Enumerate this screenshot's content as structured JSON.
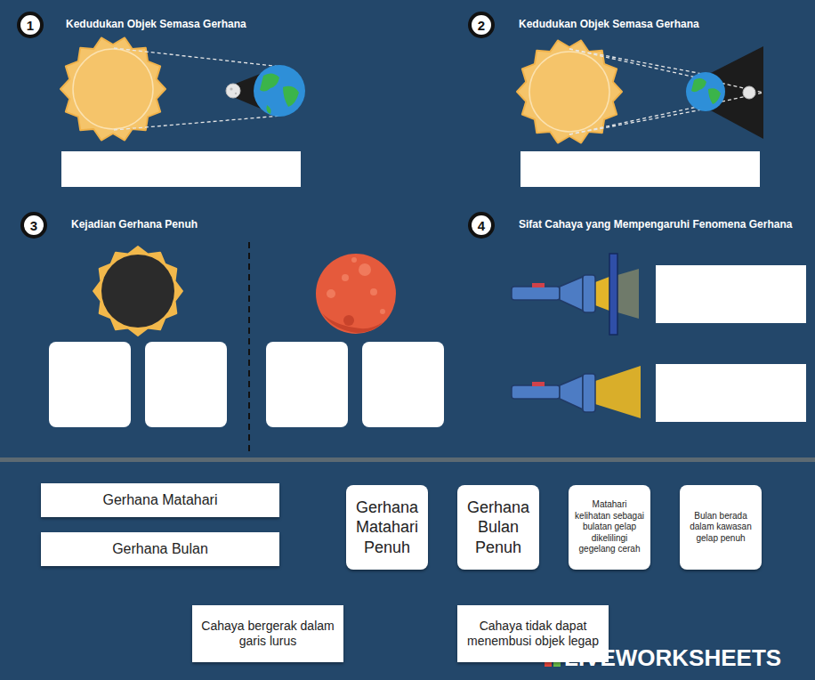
{
  "diagram": {
    "nodes": [
      {
        "text": [
          "1",
          "Kedudukan Objek Semasa Gerhana"
        ]
      },
      {
        "text": [
          "2",
          "Kedudukan Objek Semasa Gerhana"
        ]
      },
      {
        "text": [
          "3",
          "Kejadian Gerhana Penuh"
        ]
      },
      {
        "text": [
          "4",
          "Sifat Cahaya yang Mempengaruhi Fenomena Gerhana"
        ]
      },
      {
        "text": [
          "Gerhana Matahari"
        ]
      },
      {
        "text": [
          "Gerhana Bulan"
        ]
      },
      {
        "text": [
          "Gerhana Matahari Penuh"
        ]
      },
      {
        "text": [
          "Gerhana Bulan Penuh"
        ]
      },
      {
        "text": [
          "Matahari kelihatan sebagai bulatan gelap dikelilingi gegelang cerah"
        ]
      },
      {
        "text": [
          "Bulan berada dalam kawasan gelap penuh"
        ]
      },
      {
        "text": [
          "Cahaya bergerak dalam garis lurus"
        ]
      },
      {
        "text": [
          "Cahaya tidak dapat menembusi objek legap"
        ]
      }
    ],
    "labels": [
      "LIVEWORKSHEETS"
    ]
  }
}
